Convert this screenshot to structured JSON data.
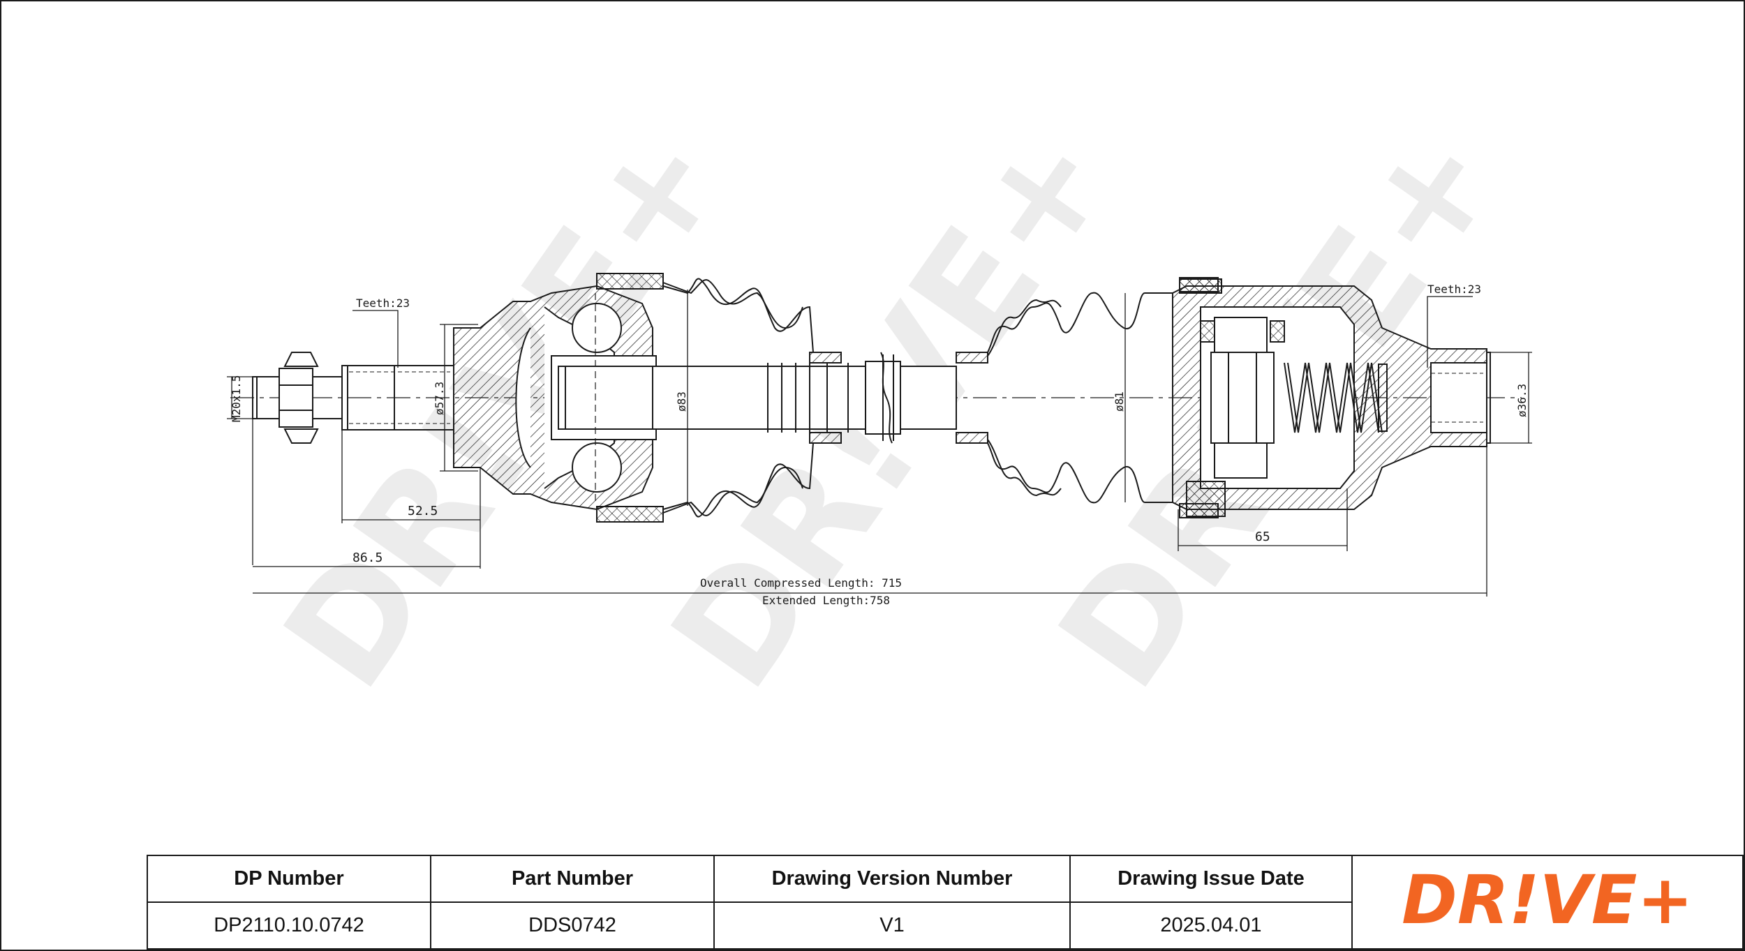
{
  "drawing": {
    "teeth_left": "Teeth:23",
    "teeth_right": "Teeth:23",
    "thread": "M20x1.5",
    "dia_57": "ø57.3",
    "dia_83": "ø83",
    "dia_81": "ø81",
    "dia_36": "ø36.3",
    "dim_52": "52.5",
    "dim_86": "86.5",
    "dim_65": "65",
    "overall_compressed": "Overall Compressed Length: 715",
    "extended_length": "Extended Length:758",
    "watermark": "DR!VE+"
  },
  "title_block": {
    "headers": [
      "DP Number",
      "Part Number",
      "Drawing Version Number",
      "Drawing Issue Date"
    ],
    "values": [
      "DP2110.10.0742",
      "DDS0742",
      "V1",
      "2025.04.01"
    ],
    "logo_text": "DR!VE+",
    "logo_color": "#f26522"
  },
  "colors": {
    "line": "#1a1a1a",
    "watermark": "#eeeeee"
  }
}
